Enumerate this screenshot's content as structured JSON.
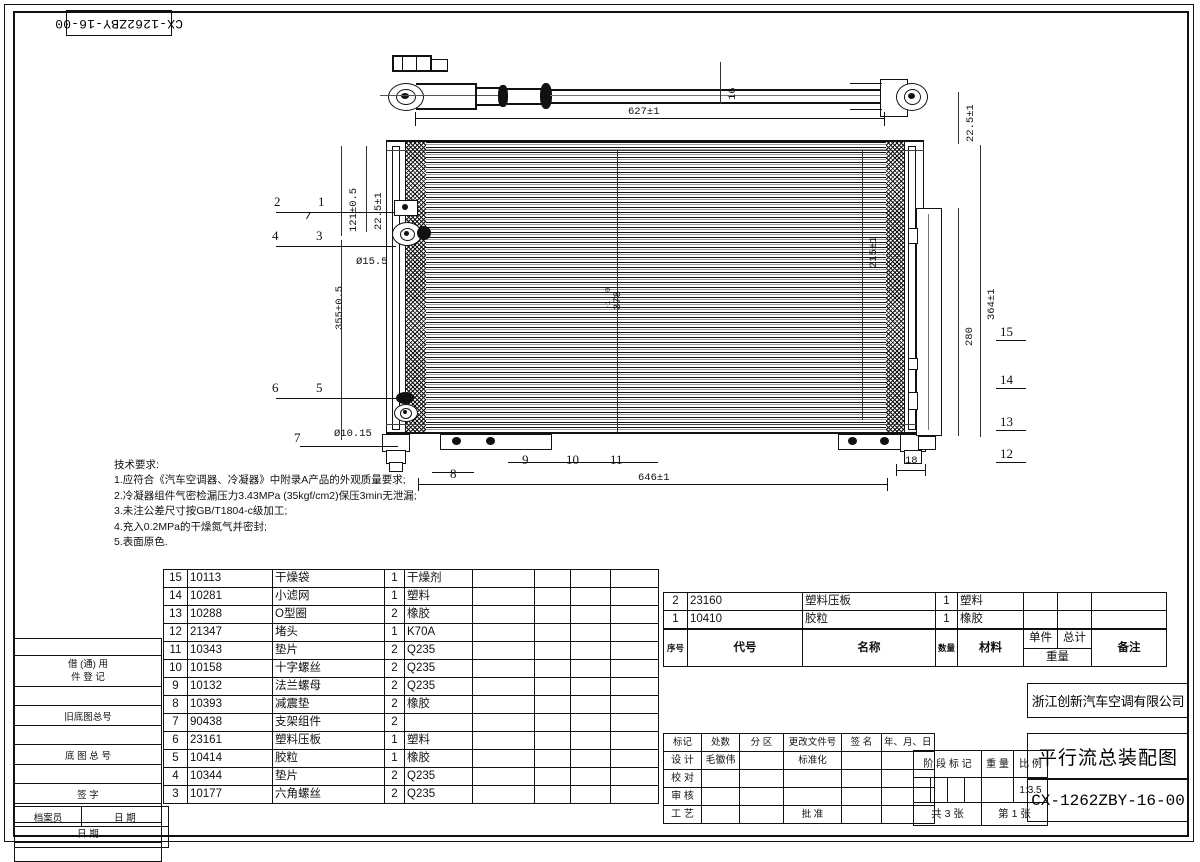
{
  "drawing": {
    "code_top": "CX-1262ZBY-16-00",
    "code_title": "CX-1262ZBY-16-00",
    "title": "平行流总装配图",
    "company": "浙江创新汽车空调有限公司",
    "scale": "1:3.5",
    "sheets_total": "共  3  张",
    "sheet_no": "第  1  张"
  },
  "notes": {
    "heading": "技术要求:",
    "lines": [
      "1.应符合《汽车空调器、冷凝器》中附录A产品的外观质量要求;",
      "2.冷凝器组件气密检漏压力3.43MPa (35kgf/cm2)保压3min无泄漏;",
      "3.未注公差尺寸按GB/T1804-c级加工;",
      "4.充入0.2MPa的干燥氮气并密封;",
      "5.表面原色."
    ]
  },
  "dimensions": {
    "top_width": "627±1",
    "pipe_height": "16",
    "top_right_offset": "22.5±1",
    "left_121": "121±0.5",
    "left_22_5": "22.5±1",
    "left_355": "355±0.5",
    "hole_upper": "Ø15.5",
    "hole_lower": "Ø10.15",
    "core_height": "378",
    "core_tol_upper": "0",
    "core_tol_lower": "-1",
    "core_215": "215±1",
    "right_364": "364±1",
    "right_280": "280",
    "bottom_width": "646±1",
    "bottom_18": "18"
  },
  "balloons": [
    "1",
    "2",
    "3",
    "4",
    "5",
    "6",
    "7",
    "8",
    "9",
    "10",
    "11",
    "12",
    "13",
    "14",
    "15"
  ],
  "parts_table": {
    "headers": {
      "seq": "序号",
      "code": "代号",
      "name": "名称",
      "qty": "数量",
      "material": "材料",
      "weight_single": "单件",
      "weight_total": "总计",
      "weight_label": "重量",
      "remark": "备注"
    },
    "rows_left": [
      {
        "seq": "15",
        "code": "10113",
        "name": "干燥袋",
        "qty": "1",
        "material": "干燥剂"
      },
      {
        "seq": "14",
        "code": "10281",
        "name": "小滤网",
        "qty": "1",
        "material": "塑料"
      },
      {
        "seq": "13",
        "code": "10288",
        "name": "O型圈",
        "qty": "2",
        "material": "橡胶"
      },
      {
        "seq": "12",
        "code": "21347",
        "name": "堵头",
        "qty": "1",
        "material": "K70A"
      },
      {
        "seq": "11",
        "code": "10343",
        "name": "垫片",
        "qty": "2",
        "material": "Q235"
      },
      {
        "seq": "10",
        "code": "10158",
        "name": "十字螺丝",
        "qty": "2",
        "material": "Q235"
      },
      {
        "seq": "9",
        "code": "10132",
        "name": "法兰螺母",
        "qty": "2",
        "material": "Q235"
      },
      {
        "seq": "8",
        "code": "10393",
        "name": "减震垫",
        "qty": "2",
        "material": "橡胶"
      },
      {
        "seq": "7",
        "code": "90438",
        "name": "支架组件",
        "qty": "2",
        "material": ""
      },
      {
        "seq": "6",
        "code": "23161",
        "name": "塑料压板",
        "qty": "1",
        "material": "塑料"
      },
      {
        "seq": "5",
        "code": "10414",
        "name": "胶粒",
        "qty": "1",
        "material": "橡胶"
      },
      {
        "seq": "4",
        "code": "10344",
        "name": "垫片",
        "qty": "2",
        "material": "Q235"
      },
      {
        "seq": "3",
        "code": "10177",
        "name": "六角螺丝",
        "qty": "2",
        "material": "Q235"
      }
    ],
    "rows_right": [
      {
        "seq": "2",
        "code": "23160",
        "name": "塑料压板",
        "qty": "1",
        "material": "塑料"
      },
      {
        "seq": "1",
        "code": "10410",
        "name": "胶粒",
        "qty": "1",
        "material": "橡胶"
      }
    ]
  },
  "title_block": {
    "rev_headers": [
      "标记",
      "处数",
      "分  区",
      "更改文件号",
      "签  名",
      "年、月、日"
    ],
    "roles": [
      "设  计",
      "校  对",
      "审  核",
      "工  艺"
    ],
    "designer": "毛徽伟",
    "standardize_label": "标准化",
    "approve_label": "批  准",
    "stage_mark": "阶 段 标 记",
    "weight": "重  量",
    "ratio": "比  例"
  },
  "registry": {
    "borrow_a": "借  (通)  用",
    "borrow_b": "件    登    记",
    "old_base": "旧底图总号",
    "base_no": "底  图  总  号",
    "signature": "签      字",
    "date": "日      期",
    "archivist": "档案员",
    "archivist_date": "日   期"
  }
}
